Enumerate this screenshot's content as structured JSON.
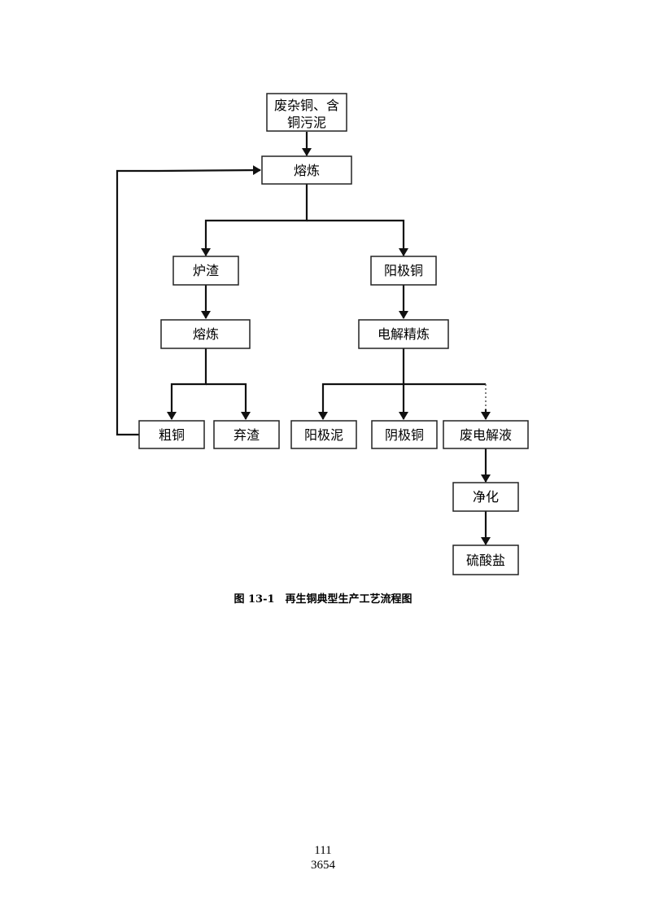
{
  "figure": {
    "caption": "图 13-1　再生铜典型生产工艺流程图",
    "nodes": {
      "raw_material": [
        "废杂铜、含",
        "铜污泥"
      ],
      "smelting_1": "熔炼",
      "furnace_slag": "炉渣",
      "anode_copper": "阳极铜",
      "smelting_2": "熔炼",
      "electrorefining": "电解精炼",
      "blister_copper": "粗铜",
      "discarded_slag": "弃渣",
      "anode_slime": "阳极泥",
      "cathode_copper": "阴极铜",
      "spent_electrolyte": "废电解液",
      "purification": "净化",
      "sulfate": "硫酸盐"
    }
  },
  "page_numbers": [
    "111",
    "3654"
  ]
}
